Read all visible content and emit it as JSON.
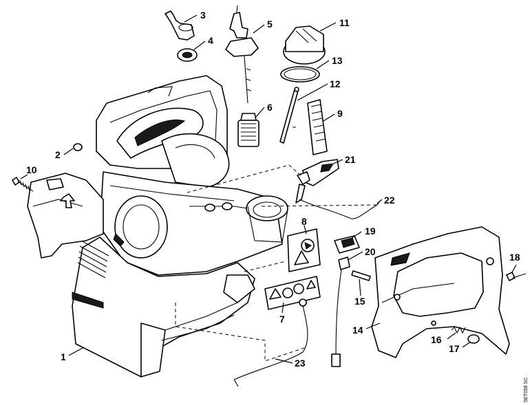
{
  "callouts": [
    {
      "id": "1",
      "label": "1"
    },
    {
      "id": "2",
      "label": "2"
    },
    {
      "id": "3",
      "label": "3"
    },
    {
      "id": "4",
      "label": "4"
    },
    {
      "id": "5",
      "label": "5"
    },
    {
      "id": "6",
      "label": "6"
    },
    {
      "id": "7",
      "label": "7"
    },
    {
      "id": "8",
      "label": "8"
    },
    {
      "id": "9",
      "label": "9"
    },
    {
      "id": "10",
      "label": "10"
    },
    {
      "id": "11",
      "label": "11"
    },
    {
      "id": "12",
      "label": "12"
    },
    {
      "id": "13",
      "label": "13"
    },
    {
      "id": "14",
      "label": "14"
    },
    {
      "id": "15",
      "label": "15"
    },
    {
      "id": "16",
      "label": "16"
    },
    {
      "id": "17",
      "label": "17"
    },
    {
      "id": "18",
      "label": "18"
    },
    {
      "id": "19",
      "label": "19"
    },
    {
      "id": "20",
      "label": "20"
    },
    {
      "id": "21",
      "label": "21"
    },
    {
      "id": "22",
      "label": "22"
    },
    {
      "id": "23",
      "label": "23"
    }
  ],
  "drawing_code": "5ET058 SC",
  "colors": {
    "ink": "#000000",
    "paper": "#ffffff"
  }
}
